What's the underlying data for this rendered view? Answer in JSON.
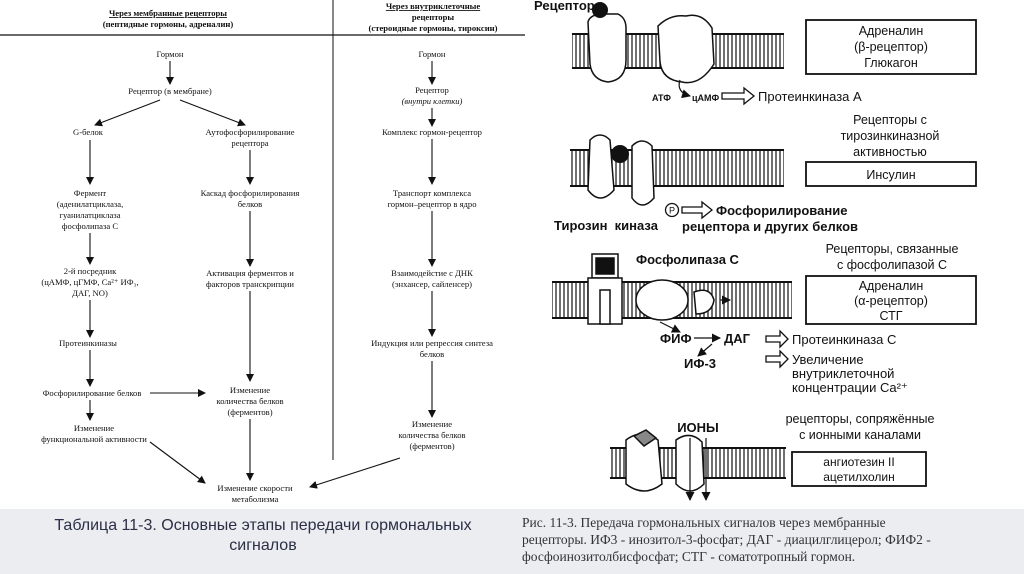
{
  "table": {
    "col1_header": [
      "Через мембранные рецепторы",
      "(пептидные гормоны, адреналин)"
    ],
    "col2_header": [
      "Через внутриклеточные",
      "рецепторы",
      "(стероидные гормоны, тироксин)"
    ],
    "left": {
      "hormone": "Гормон",
      "receptor": "Рецептор (в мембране)",
      "g_protein": "G-белок",
      "autophos": [
        "Аутофосфорилирование",
        "рецептора"
      ],
      "enzyme": [
        "Фермент",
        "(аденилатциклаза,",
        "гуанилатциклаза",
        "фосфолипаза С"
      ],
      "cascade": [
        "Каскад фосфорилирования",
        "белков"
      ],
      "second_messenger": [
        "2-й посредник",
        "(цАМФ, цГМФ, Са²⁺ ИФ₃,",
        "ДАГ, NO)"
      ],
      "activation": [
        "Активация ферментов и",
        "факторов транскрипции"
      ],
      "protein_kinases": "Протеинкиназы",
      "phosphorylation": "Фосфорилирование белков",
      "change_amount": [
        "Изменение",
        "количества белков",
        "(ферментов)"
      ],
      "change_function": [
        "Изменение",
        "функциональной активности"
      ],
      "change_rate": [
        "Изменение скорости",
        "метаболизма"
      ]
    },
    "right": {
      "hormone": "Гормон",
      "receptor": [
        "Рецептор",
        "(внутри клетки)"
      ],
      "complex": "Комплекс гормон-рецептор",
      "transport": [
        "Транспорт комплекса",
        "гормон–рецептор в ядро"
      ],
      "dna": [
        "Взаимодейстие с ДНК",
        "(энхансер, сайленсер)"
      ],
      "induction": [
        "Индукция или репрессия синтеза",
        "белков"
      ],
      "change_amount": [
        "Изменение",
        "количества белков",
        "(ферментов)"
      ]
    }
  },
  "figure": {
    "receptor_label": "Рецептор",
    "box1": [
      "Адреналин",
      "(β-рецептор)",
      "Глюкагон"
    ],
    "atp": "АТФ",
    "camp": "цАМФ",
    "pka": "Протеинкиназа А",
    "tyr_heading": [
      "Рецепторы с",
      "тирозинкиназной",
      "активностью"
    ],
    "insulin": "Инсулин",
    "tyrosine_kinase": "Тирозин  киназа",
    "p_symbol": "P",
    "phosphorylation": [
      "Фосфорилирование",
      "рецептора и других белков"
    ],
    "plc": "Фосфолипаза С",
    "plc_heading": [
      "Рецепторы, связанные",
      "с фосфолипазой С"
    ],
    "box3": [
      "Адреналин",
      "(α-рецептор)",
      "СТГ"
    ],
    "pip2": "ФИФ",
    "dag": "ДАГ",
    "ip3": "ИФ-3",
    "pkc": "Протеинкиназа С",
    "increase": [
      "Увеличение",
      "внутриклеточной",
      "концентрации Ca²⁺"
    ],
    "ions": "ИОНЫ",
    "ion_heading": [
      "рецепторы, сопряжённые",
      "с ионными каналами"
    ],
    "box4": [
      "ангиотезин II",
      "ацетилхолин"
    ]
  },
  "captions": {
    "left": [
      "Таблица 11-3. Основные этапы передачи гормональных",
      "сигналов"
    ],
    "right": [
      "Рис. 11-3. Передача гормональных сигналов через мембранные",
      "рецепторы. ИФ3 - инозитол-3-фосфат; ДАГ - диацилглицерол; ФИФ2 -",
      "фосфоинозитолбисфосфат; СТГ - соматотропный гормон."
    ]
  }
}
